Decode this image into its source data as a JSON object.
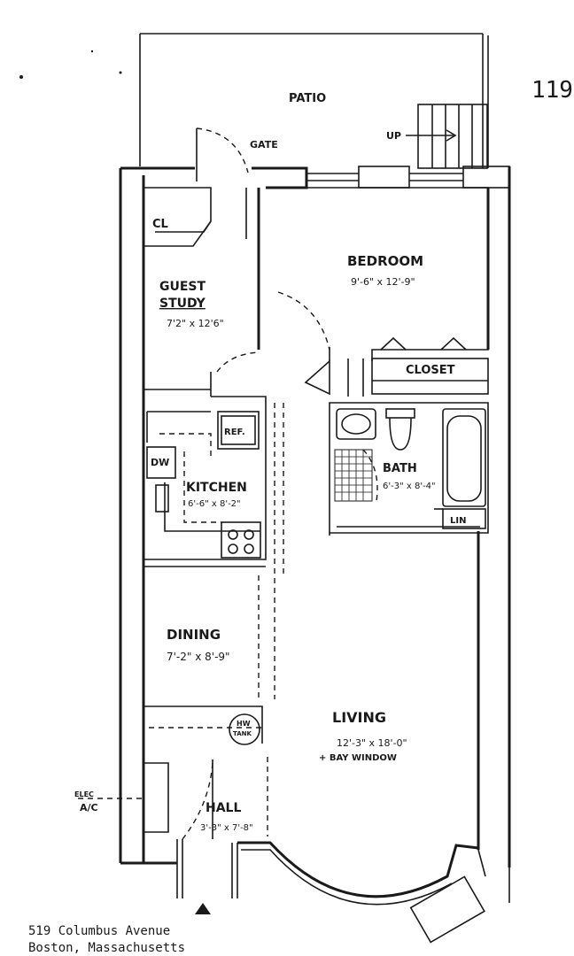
{
  "page_number": "119",
  "address": {
    "line1": "519 Columbus Avenue",
    "line2": "Boston, Massachusetts"
  },
  "labels": {
    "patio": "PATIO",
    "up": "UP",
    "gate": "GATE",
    "closet_small": "CL",
    "guest_study_1": "GUEST",
    "guest_study_2": "STUDY",
    "guest_study_dim": "7'2\" x 12'6\"",
    "bedroom": "BEDROOM",
    "bedroom_dim": "9'-6\" x 12'-9\"",
    "closet": "CLOSET",
    "ref": "REF.",
    "dw": "DW",
    "kitchen": "KITCHEN",
    "kitchen_dim": "6'-6\" x 8'-2\"",
    "bath": "BATH",
    "bath_dim": "6'-3\" x 8'-4\"",
    "lin": "LIN",
    "dining": "DINING",
    "dining_dim": "7'-2\" x 8'-9\"",
    "living": "LIVING",
    "living_dim": "12'-3\" x 18'-0\"",
    "bay_window": "+ BAY WINDOW",
    "hw_tank_1": "HW",
    "hw_tank_2": "TANK",
    "elec_1": "ELEC",
    "elec_2": "A/C",
    "hall": "HALL",
    "hall_dim": "3'-3\" x 7'-8\""
  }
}
